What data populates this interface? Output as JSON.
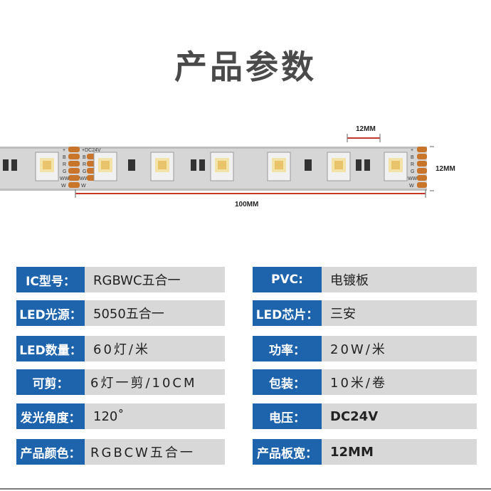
{
  "page": {
    "title": "产品参数"
  },
  "diagram": {
    "dim_width": "12MM",
    "dim_height": "12MM",
    "dim_length": "100MM",
    "voltage_label": "+DC24V",
    "pad_labels_left": [
      "+",
      "B",
      "R",
      "G",
      "WW",
      "W"
    ],
    "pad_labels_right": [
      "+",
      "B",
      "R",
      "G",
      "WW",
      "W"
    ]
  },
  "specs": {
    "left": [
      {
        "label": "IC型号：",
        "value": "RGBWC五合一"
      },
      {
        "label": "LED光源：",
        "value": "5050五合一"
      },
      {
        "label": "LED数量：",
        "value": "60灯/米"
      },
      {
        "label": "可剪：",
        "value": "6灯一剪/10CM"
      },
      {
        "label": "发光角度：",
        "value": "120˚"
      },
      {
        "label": "产品颜色：",
        "value": "RGBCW五合一"
      }
    ],
    "right": [
      {
        "label": "PVC:",
        "value": "电镀板"
      },
      {
        "label": "LED芯片：",
        "value": "三安"
      },
      {
        "label": "功率：",
        "value": "20W/米"
      },
      {
        "label": "包装：",
        "value": "10米/卷"
      },
      {
        "label": "电压：",
        "value": "DC24V"
      },
      {
        "label": "产品板宽：",
        "value": "12MM"
      }
    ]
  },
  "colors": {
    "label_bg": "#1e64ad",
    "value_bg": "#d8d8d8",
    "dim_line": "#c0392b",
    "pad": "#c8742a"
  }
}
